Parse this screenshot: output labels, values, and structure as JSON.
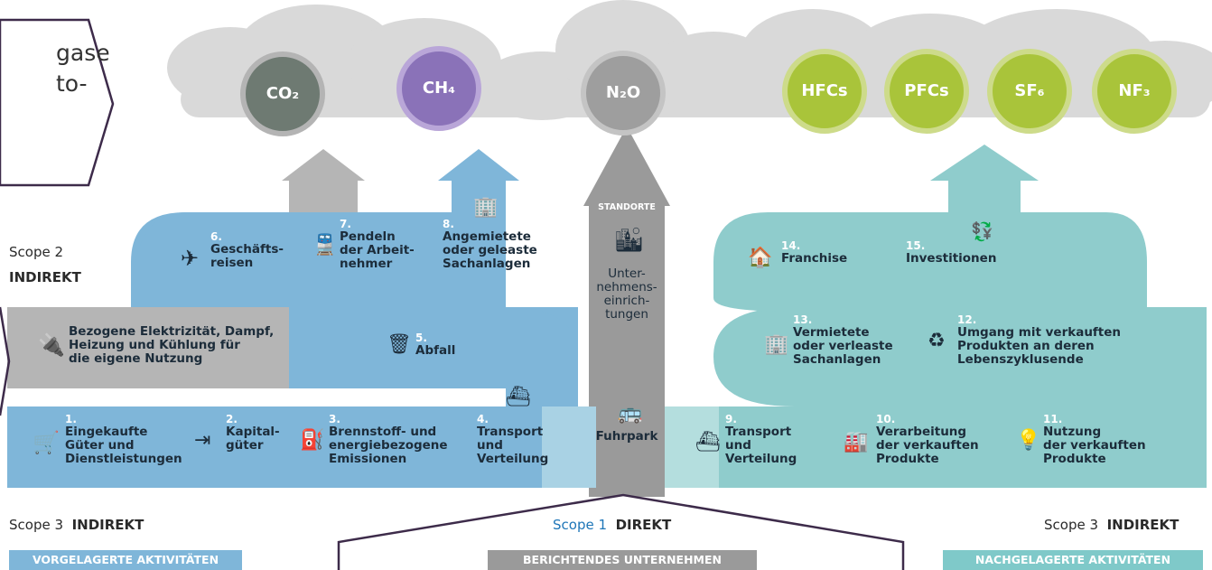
{
  "colors": {
    "upstream": "#7fb6d9",
    "downstream": "#8fcccc",
    "scope2": "#b5b5b5",
    "scope1": "#9a9a9a",
    "cloud": "#d9d9d9",
    "co2": "#6e7a72",
    "ch4": "#8a72b8",
    "n2o": "#9e9e9e",
    "fgas": "#a9c43a",
    "text": "#1c2c3a"
  },
  "callout": {
    "text": "gase\nto-"
  },
  "gases": [
    {
      "id": "co2",
      "label": "CO₂"
    },
    {
      "id": "ch4",
      "label": "CH₄"
    },
    {
      "id": "n2o",
      "label": "N₂O"
    },
    {
      "id": "hfcs",
      "label": "HFCs"
    },
    {
      "id": "pfcs",
      "label": "PFCs"
    },
    {
      "id": "sf6",
      "label": "SF₆"
    },
    {
      "id": "nf3",
      "label": "NF₃"
    }
  ],
  "scope2": {
    "title": "Scope 2",
    "subtitle": "INDIREKT",
    "electricity": "Bezogene Elektrizität, Dampf,\nHeizung und Kühlung für\ndie eigene Nutzung"
  },
  "upstream_items": [
    {
      "num": "1.",
      "text": "Eingekaufte\nGüter und\nDienstleistungen",
      "icon": "cart-icon"
    },
    {
      "num": "2.",
      "text": "Kapital-\ngüter",
      "icon": "login-icon"
    },
    {
      "num": "3.",
      "text": "Brennstoff- und\nenergiebezogene\nEmissionen",
      "icon": "fuel-pump-icon"
    },
    {
      "num": "4.",
      "text": "Transport\nund\nVerteilung",
      "icon": "ship-icon"
    },
    {
      "num": "5.",
      "text": "Abfall",
      "icon": "trash-icon"
    },
    {
      "num": "6.",
      "text": "Geschäfts-\nreisen",
      "icon": "airplane-icon"
    },
    {
      "num": "7.",
      "text": "Pendeln\nder Arbeit-\nnehmer",
      "icon": "train-icon"
    },
    {
      "num": "8.",
      "text": "Angemietete\noder geleaste\nSachanlagen",
      "icon": "building-icon"
    }
  ],
  "scope1": {
    "standorte": "STANDORTE",
    "facilities": "Unter-\nnehmens-\neinrich-\ntungen",
    "fleet": "Fuhrpark"
  },
  "downstream_items": [
    {
      "num": "9.",
      "text": "Transport\nund\nVerteilung",
      "icon": "ship-icon"
    },
    {
      "num": "10.",
      "text": "Verarbeitung\nder verkauften\nProdukte",
      "icon": "factory-icon"
    },
    {
      "num": "11.",
      "text": "Nutzung\nder verkauften\nProdukte",
      "icon": "bulb-icon"
    },
    {
      "num": "12.",
      "text": "Umgang mit verkauften\nProdukten an deren\nLebenszyklusende",
      "icon": "recycle-icon"
    },
    {
      "num": "13.",
      "text": "Vermietete\noder verleaste\nSachanlagen",
      "icon": "building-icon"
    },
    {
      "num": "14.",
      "text": "Franchise",
      "icon": "house-icon"
    },
    {
      "num": "15.",
      "text": "Investitionen",
      "icon": "money-icon"
    }
  ],
  "footer": {
    "left_scope": "Scope 3",
    "left_kind": "INDIREKT",
    "left_tag": "VORGELAGERTE AKTIVITÄTEN",
    "center_scope": "Scope 1",
    "center_kind": "DIREKT",
    "center_tag": "BERICHTENDES UNTERNEHMEN",
    "right_scope": "Scope 3",
    "right_kind": "INDIREKT",
    "right_tag": "NACHGELAGERTE AKTIVITÄTEN"
  }
}
